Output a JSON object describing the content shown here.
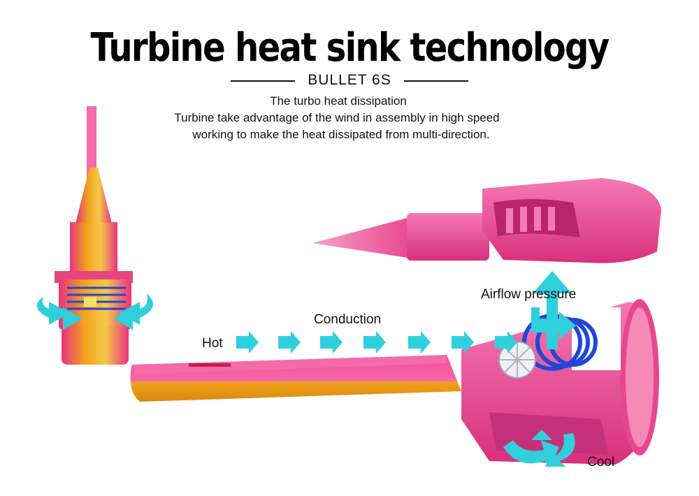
{
  "title": "Turbine heat sink technology",
  "subtitle": "BULLET 6S",
  "description": {
    "line1": "The turbo heat dissipation",
    "line2": "Turbine take advantage of the wind in assembly in high speed",
    "line3": "working to make the heat dissipated from multi-direction."
  },
  "labels": {
    "hot": "Hot",
    "conduction": "Conduction",
    "airflow": "Airflow pressure",
    "cool": "Cool"
  },
  "colors": {
    "pink": "#f0509c",
    "magenta": "#d6337a",
    "orange": "#f2a21c",
    "yellow": "#f5c84a",
    "cyan": "#2fd0dc",
    "blue": "#2146d8"
  }
}
